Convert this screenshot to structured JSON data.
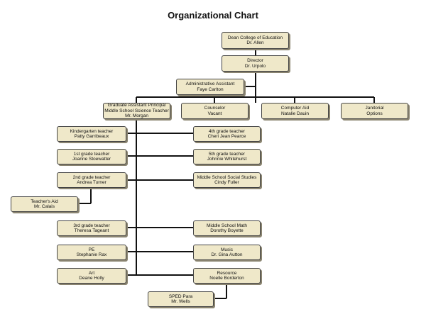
{
  "title": "Organizational Chart",
  "nodes": {
    "dean": {
      "lines": [
        "Dean College of Education",
        "Dr. Allen"
      ]
    },
    "director": {
      "lines": [
        "Director",
        "Dr. Urpolo"
      ]
    },
    "admin_assistant": {
      "lines": [
        "Administrative Assistant",
        "Faye Carlton"
      ]
    },
    "principal": {
      "lines": [
        "Graduate Assistant Principal",
        "Middle School Science Teacher",
        "Mr. Morgan"
      ]
    },
    "counselor": {
      "lines": [
        "Counselor",
        "Vacant"
      ]
    },
    "computer_aid": {
      "lines": [
        "Computer Aid",
        "Natalie Dauin"
      ]
    },
    "janitorial": {
      "lines": [
        "Janitorial",
        "Options"
      ]
    },
    "kindergarten": {
      "lines": [
        "Kindergarten teacher",
        "Patty Garribeaux"
      ]
    },
    "grade1": {
      "lines": [
        "1st grade teacher",
        "Joanne Stoewatter"
      ]
    },
    "grade2": {
      "lines": [
        "2nd grade teacher",
        "Andrea Turner"
      ]
    },
    "teachers_aid": {
      "lines": [
        "Teacher's Aid",
        "Mr. Calais"
      ]
    },
    "grade3": {
      "lines": [
        "3rd grade teacher",
        "Theresa Tageant"
      ]
    },
    "pe": {
      "lines": [
        "PE",
        "Stephanie Rax"
      ]
    },
    "art": {
      "lines": [
        "Art",
        "Deane Holly"
      ]
    },
    "grade4": {
      "lines": [
        "4th grade teacher",
        "Cheri Jean Pearce"
      ]
    },
    "grade5": {
      "lines": [
        "5th grade teacher",
        "Johnnie Whitehurst"
      ]
    },
    "ms_social": {
      "lines": [
        "Middle School Social Studies",
        "Cindy Fuller"
      ]
    },
    "ms_math": {
      "lines": [
        "Middle School Math",
        "Dorothy Boyette"
      ]
    },
    "music": {
      "lines": [
        "Music",
        "Dr. Gina Autton"
      ]
    },
    "resource": {
      "lines": [
        "Resource",
        "Noelle Borderlon"
      ]
    },
    "sped": {
      "lines": [
        "SPED Para",
        "Mr. Wells"
      ]
    }
  }
}
